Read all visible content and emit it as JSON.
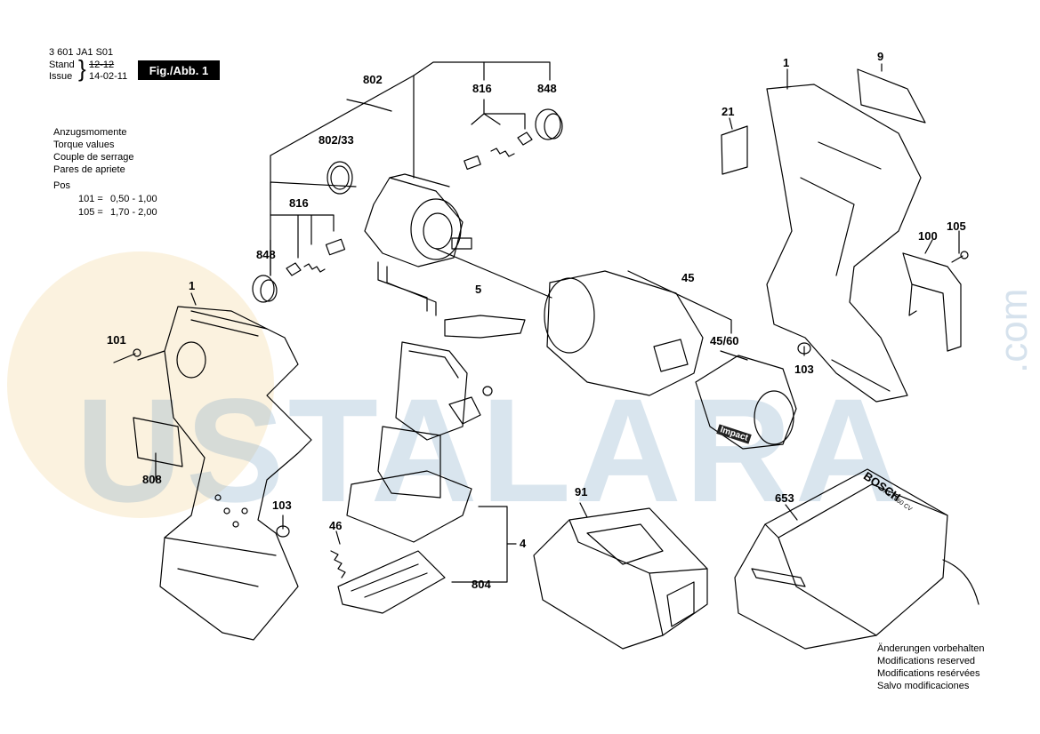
{
  "header": {
    "part_number": "3 601 JA1 S01",
    "stand_label": "Stand",
    "issue_label": "Issue",
    "old_date": "12-12",
    "new_date": "14-02-11",
    "fig_label": "Fig./Abb. 1"
  },
  "torque": {
    "lines": [
      "Anzugsmomente",
      "Torque values",
      "Couple de serrage",
      "Pares de apriete"
    ],
    "pos_label": "Pos",
    "values": [
      {
        "pos": "101 =",
        "value": "0,50 - 1,00"
      },
      {
        "pos": "105 =",
        "value": "1,70 - 2,00"
      }
    ]
  },
  "notes": [
    "Änderungen vorbehalten",
    "Modifications reserved",
    "Modifications resérvées",
    "Salvo modificaciones"
  ],
  "watermark": {
    "text": "USTALARA",
    "suffix": ".com"
  },
  "labels": {
    "l802": "802",
    "l816a": "816",
    "l848a": "848",
    "l802_33": "802/33",
    "l816b": "816",
    "l848b": "848",
    "l1a": "1",
    "l101": "101",
    "l5": "5",
    "l45": "45",
    "l45_60": "45/60",
    "l1b": "1",
    "l9": "9",
    "l21": "21",
    "l105": "105",
    "l100": "100",
    "l103a": "103",
    "l808": "808",
    "l103b": "103",
    "l46": "46",
    "l4": "4",
    "l804": "804",
    "l91": "91",
    "l653": "653"
  },
  "product_text": {
    "impact": "Impact",
    "bosch": "BOSCH",
    "charger_model": "AL 1860 CV"
  },
  "colors": {
    "line": "#000000",
    "watermark": "#7aa3c5",
    "circle": "#f3d9a2"
  }
}
